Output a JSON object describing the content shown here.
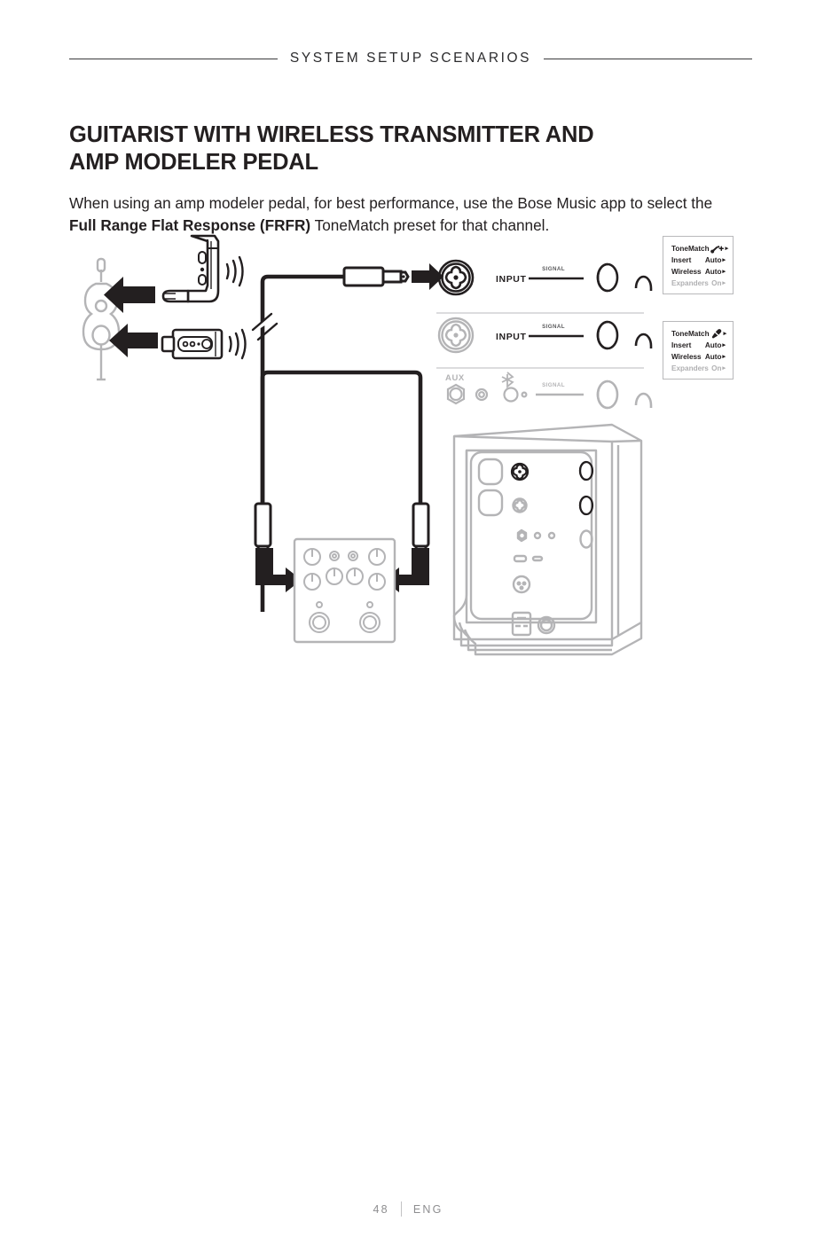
{
  "header": {
    "running_head": "SYSTEM SETUP SCENARIOS"
  },
  "title": {
    "line1": "GUITARIST WITH WIRELESS TRANSMITTER AND",
    "line2": "AMP MODELER PEDAL"
  },
  "body": {
    "text_before": "When using an amp modeler pedal, for best performance, use the Bose Music app to select the ",
    "bold": "Full Range Flat Response (FRFR)",
    "text_after": " ToneMatch preset for that channel."
  },
  "diagram": {
    "channels": [
      {
        "name": "channel-1",
        "input_label": "INPUT",
        "signal_label": "SIGNAL",
        "active": true
      },
      {
        "name": "channel-2",
        "input_label": "INPUT",
        "signal_label": "SIGNAL",
        "active": false
      },
      {
        "name": "aux-channel",
        "aux_label": "AUX",
        "bluetooth_label": "bluetooth-icon",
        "signal_label": "SIGNAL",
        "active": false
      }
    ],
    "icons": {
      "guitar": "guitar-icon",
      "microphone": "microphone-icon",
      "guitar_transmitter": "wireless-guitar-transmitter-icon",
      "mic_transmitter": "wireless-bodypack-transmitter-icon",
      "wireless_waves": "wireless-signal-icon",
      "trs_plug": "quarter-inch-plug-icon",
      "cable_break": "cable-break-icon",
      "pedal": "amp-modeler-pedal-icon",
      "speaker": "s1-pro-speaker-rear-icon",
      "arrow": "direction-arrow-icon"
    }
  },
  "settings_cards": [
    {
      "id": "card-ch1",
      "rows": [
        {
          "label": "ToneMatch",
          "value": "",
          "icon": "guitar-plus-icon",
          "dim": false
        },
        {
          "label": "Insert",
          "value": "Auto",
          "icon": "",
          "dim": false
        },
        {
          "label": "Wireless",
          "value": "Auto",
          "icon": "",
          "dim": false
        },
        {
          "label": "Expanders",
          "value": "On",
          "icon": "",
          "dim": true
        }
      ]
    },
    {
      "id": "card-ch2",
      "rows": [
        {
          "label": "ToneMatch",
          "value": "",
          "icon": "microphone-icon",
          "dim": false
        },
        {
          "label": "Insert",
          "value": "Auto",
          "icon": "",
          "dim": false
        },
        {
          "label": "Wireless",
          "value": "Auto",
          "icon": "",
          "dim": false
        },
        {
          "label": "Expanders",
          "value": "On",
          "icon": "",
          "dim": true
        }
      ]
    }
  ],
  "footer": {
    "page_number": "48",
    "language": "ENG"
  },
  "colors": {
    "ink": "#231f20",
    "rule": "#3b3b3d",
    "light_line": "#b9b9bb",
    "dim_text": "#b0b0b2",
    "footer_text": "#8e8e90"
  }
}
